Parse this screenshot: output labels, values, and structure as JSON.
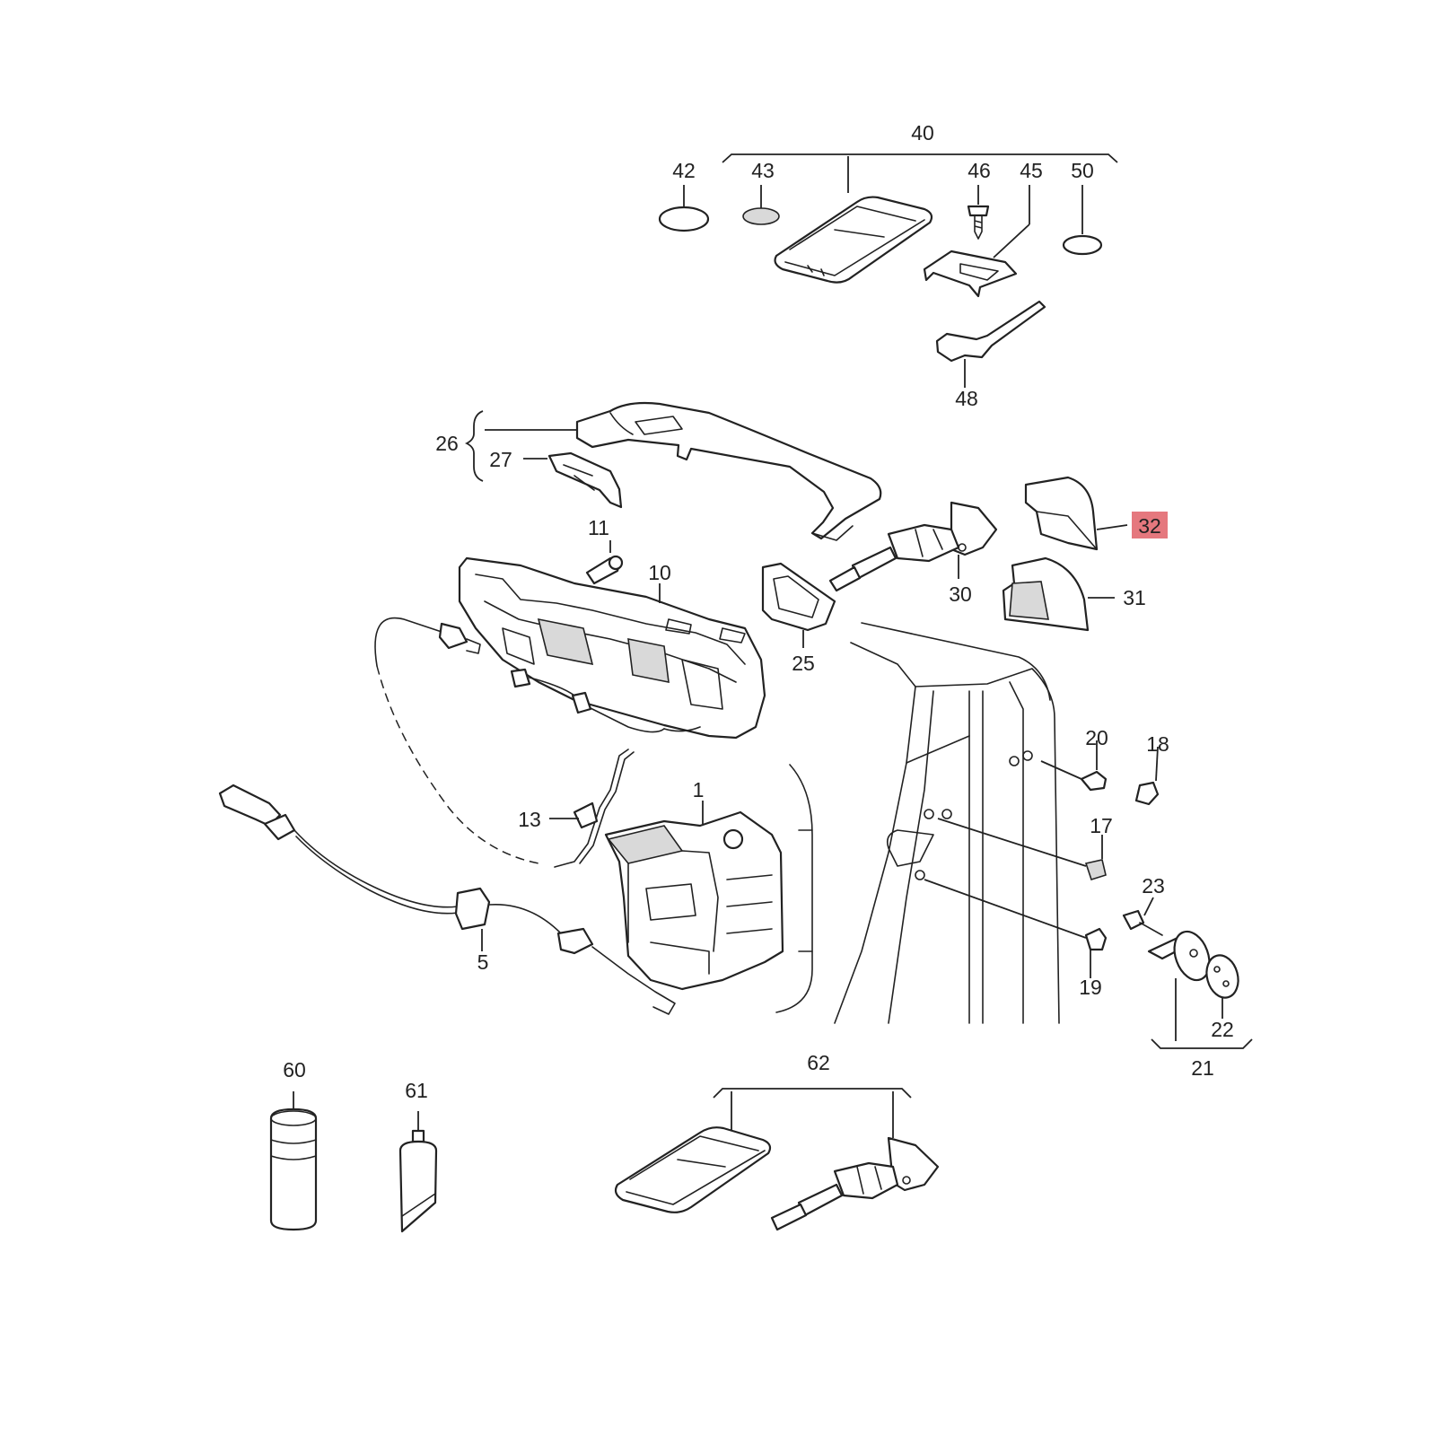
{
  "labels": {
    "l40": "40",
    "l42": "42",
    "l43": "43",
    "l46": "46",
    "l45": "45",
    "l50": "50",
    "l48": "48",
    "l26": "26",
    "l27": "27",
    "l11": "11",
    "l10": "10",
    "l32": "32",
    "l30": "30",
    "l31": "31",
    "l25": "25",
    "l20": "20",
    "l18": "18",
    "l1": "1",
    "l13": "13",
    "l17": "17",
    "l23": "23",
    "l5": "5",
    "l19": "19",
    "l22": "22",
    "l21": "21",
    "l60": "60",
    "l61": "61",
    "l62": "62"
  },
  "highlight": {
    "part": "32",
    "color": "#e5787e"
  }
}
